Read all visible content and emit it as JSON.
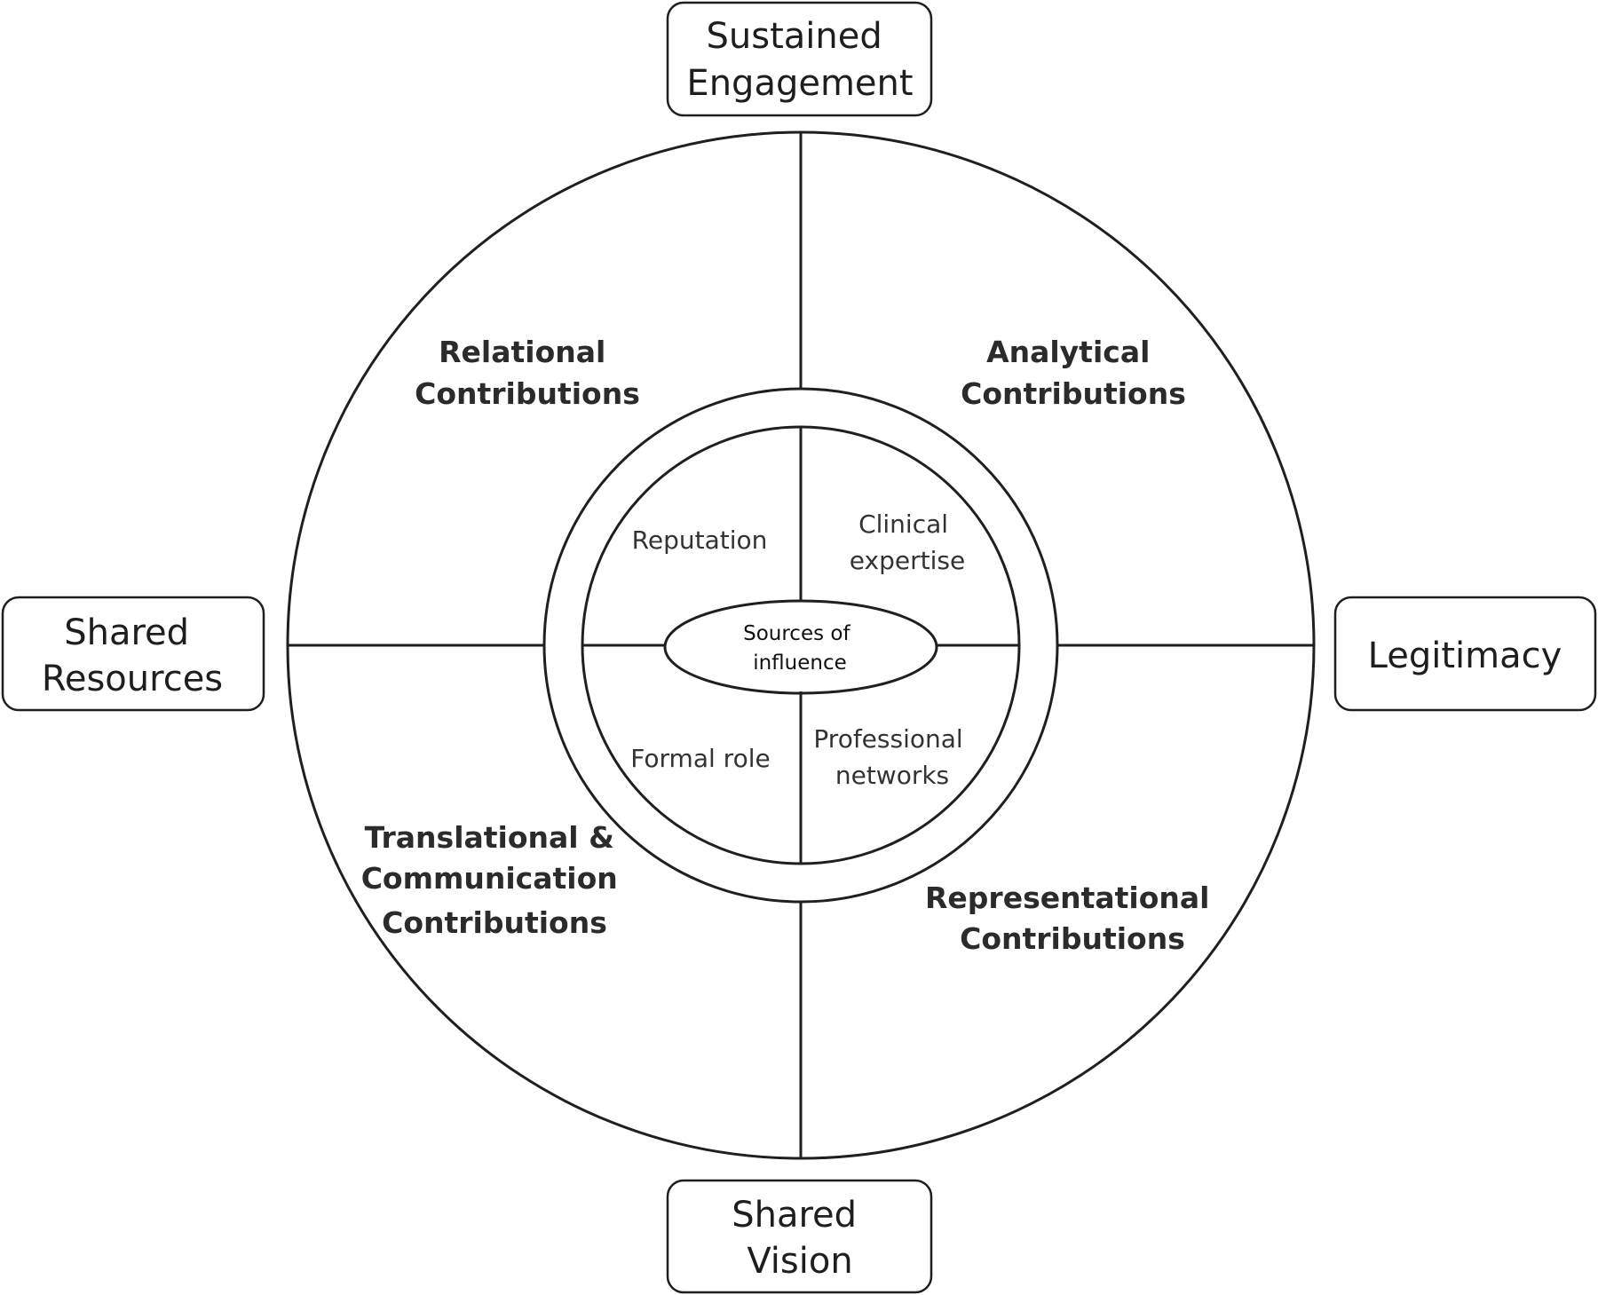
{
  "outer_boxes": {
    "top": [
      "Sustained",
      "Engagement"
    ],
    "left": [
      "Shared",
      "Resources"
    ],
    "right": [
      "Legitimacy"
    ],
    "bottom": [
      "Shared",
      "Vision"
    ]
  },
  "outer_quadrants": {
    "top_left": [
      "Relational",
      "Contributions"
    ],
    "top_right": [
      "Analytical",
      "Contributions"
    ],
    "bottom_left": [
      "Translational &",
      "Communication",
      "Contributions"
    ],
    "bottom_right": [
      "Representational",
      "Contributions"
    ]
  },
  "inner_quadrants": {
    "top_left": [
      "Reputation"
    ],
    "top_right": [
      "Clinical",
      "expertise"
    ],
    "bottom_left": [
      "Formal role"
    ],
    "bottom_right": [
      "Professional",
      "networks"
    ]
  },
  "center": [
    "Sources of",
    "influence"
  ]
}
